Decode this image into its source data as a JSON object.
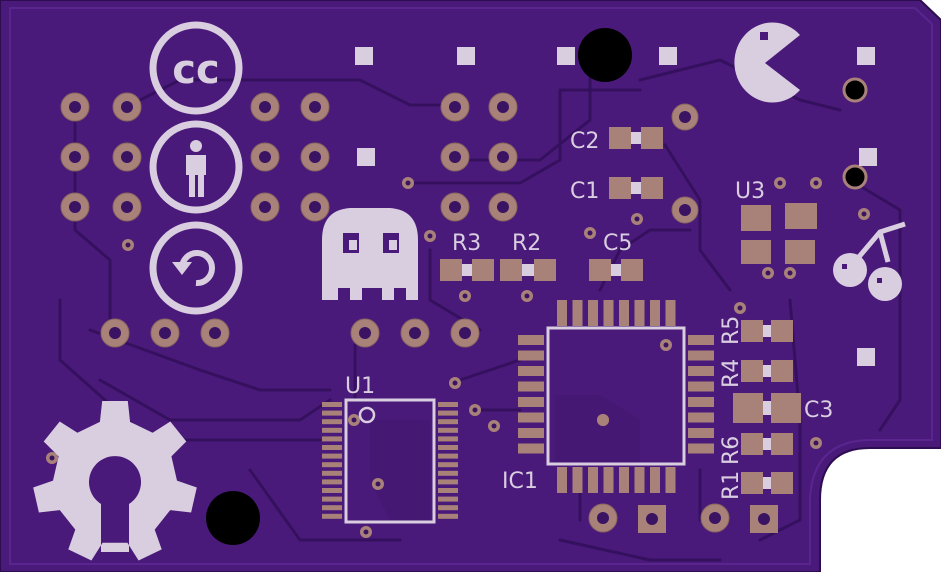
{
  "board": {
    "colors": {
      "substrate": "#4a1a7a",
      "copper_trace": "#3a1166",
      "pad": "#a88278",
      "silkscreen": "#d9cde0",
      "hole": "#000000"
    },
    "labels": {
      "c2": "C2",
      "c1": "C1",
      "u3": "U3",
      "r3": "R3",
      "r2": "R2",
      "c5": "C5",
      "r5": "R5",
      "r4": "R4",
      "c3": "C3",
      "r6": "R6",
      "r1": "R1",
      "u1": "U1",
      "ic1": "IC1"
    },
    "logos": {
      "cc": "cc"
    },
    "icons": [
      "creative-commons-icon",
      "attribution-icon",
      "share-alike-icon",
      "pacman-icon",
      "ghost-icon",
      "cherry-icon",
      "open-hardware-gear-icon"
    ]
  }
}
